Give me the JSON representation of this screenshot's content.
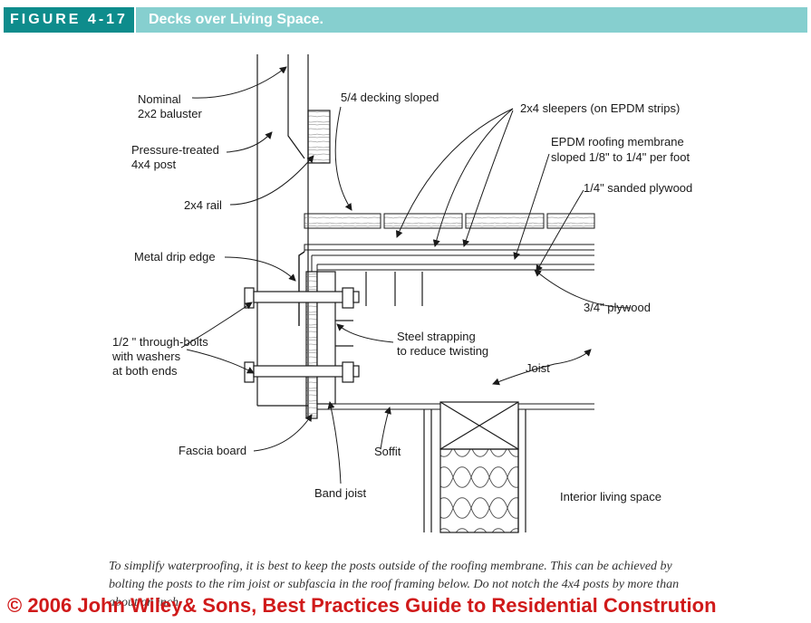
{
  "figure": {
    "number": "FIGURE 4-17",
    "title": "Decks over Living Space."
  },
  "labels": {
    "baluster": "Nominal\n2x2 baluster",
    "post": "Pressure-treated\n4x4 post",
    "rail": "2x4 rail",
    "decking": "5/4 decking sloped",
    "sleepers": "2x4 sleepers (on EPDM strips)",
    "epdm_line1": "EPDM roofing membrane",
    "epdm_line2": "sloped 1/8\" to 1/4\" per foot",
    "sanded_plywood": "1/4\" sanded plywood",
    "drip_edge": "Metal drip edge",
    "plywood": "3/4\" plywood",
    "bolts": "1/2 \" through-bolts\nwith washers\nat both ends",
    "strapping": "Steel strapping\nto reduce twisting",
    "joist": "Joist",
    "fascia": "Fascia board",
    "soffit": "Soffit",
    "band_joist": "Band joist",
    "interior": "Interior living space"
  },
  "caption": "To simplify waterproofing, it is best to keep the posts outside of the roofing membrane. This can be achieved by bolting the posts to the rim joist or subfascia in the roof framing below. Do not notch the 4x4 posts by more than about an inch.",
  "copyright": "© 2006 John Wiley& Sons, Best Practices Guide to Residential Constrution",
  "colors": {
    "header_dark": "#0e8c8c",
    "header_light": "#86cfcf",
    "copyright": "#d01a1a"
  }
}
